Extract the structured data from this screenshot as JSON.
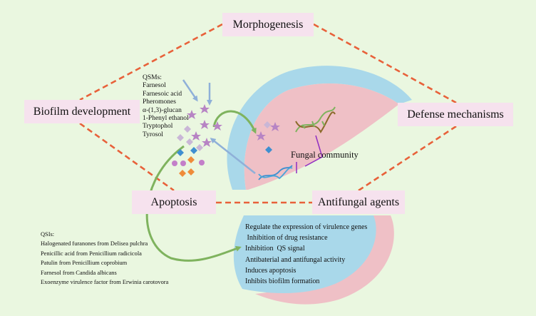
{
  "nodes": {
    "morphogenesis": "Morphogenesis",
    "biofilm_development": "Biofilm development",
    "defense_mechanisms": "Defense mechanisms",
    "apoptosis": "Apoptosis",
    "antifungal_agents": "Antifungal agents"
  },
  "qsms": {
    "heading": "QSMs:",
    "items": [
      "Farnesol",
      "Farnesoic acid",
      "Pheromones",
      "α-(1,3)-glucan",
      "1-Phenyl ethanol",
      "Tryptophol",
      "Tyrosol"
    ]
  },
  "qsis": {
    "heading": "QSIs:",
    "items": [
      "Halogenated furanones from Delisea pulchra",
      "Penicillic acid from Penicillium radicicola",
      "Patulin from Penicillium coprobium",
      "Farnesol from Candida albicans",
      "Exoenzyme virulence factor from Erwinia carotovora"
    ]
  },
  "fungal_community": "Fungal community",
  "effects": [
    "Regulate the expression of virulence genes",
    " Inhibition of drug resistance",
    "Inhibition  QS signal",
    "Antibaterial and antifungal activity",
    "Induces apoptosis",
    "Inhibits biofilm formation"
  ],
  "colors": {
    "background": "#eaf7e0",
    "node_fill": "#f6e2ee",
    "dash_line": "#e8613a",
    "blue_band": "#a9d8ea",
    "pink_fill": "#efc0c6",
    "green_arrow": "#7fb35e",
    "blue_arrow": "#8fb0d8",
    "purple_star": "#b784c4",
    "orange_diamond": "#ef8c3a",
    "blue_diamond": "#3e8fd0"
  }
}
